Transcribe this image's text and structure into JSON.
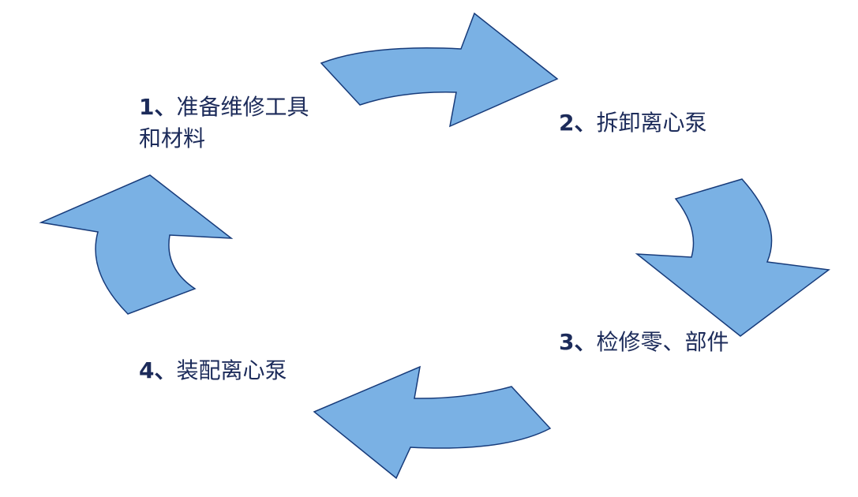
{
  "colors": {
    "arrow_fill": "#7ab1e4",
    "arrow_stroke": "#173b7a",
    "label_text": "#1c2b5a"
  },
  "steps": [
    {
      "number": "1、",
      "text": "准备维修工具和材料"
    },
    {
      "number": "2、",
      "text": "拆卸离心泵"
    },
    {
      "number": "3、",
      "text": "检修零、部件"
    },
    {
      "number": "4、",
      "text": "装配离心泵"
    }
  ],
  "arrows": [
    {
      "from": "1",
      "to": "2",
      "icon": "curved-arrow-right-icon"
    },
    {
      "from": "2",
      "to": "3",
      "icon": "curved-arrow-down-icon"
    },
    {
      "from": "3",
      "to": "4",
      "icon": "curved-arrow-left-icon"
    },
    {
      "from": "4",
      "to": "1",
      "icon": "curved-arrow-up-icon"
    }
  ]
}
